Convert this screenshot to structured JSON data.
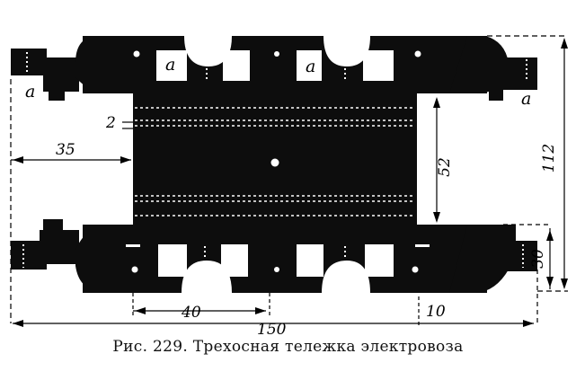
{
  "figure": {
    "caption": "Рис. 229. Трехосная тележка электровоза",
    "part_label": "a",
    "dimensions": {
      "overall_width": "112",
      "overall_length": "150",
      "frame_gap": "52",
      "side_offset": "35",
      "pad_spacing": "40",
      "end_projection": "10",
      "bracket_height": "30",
      "strip_thickness": "2"
    }
  }
}
